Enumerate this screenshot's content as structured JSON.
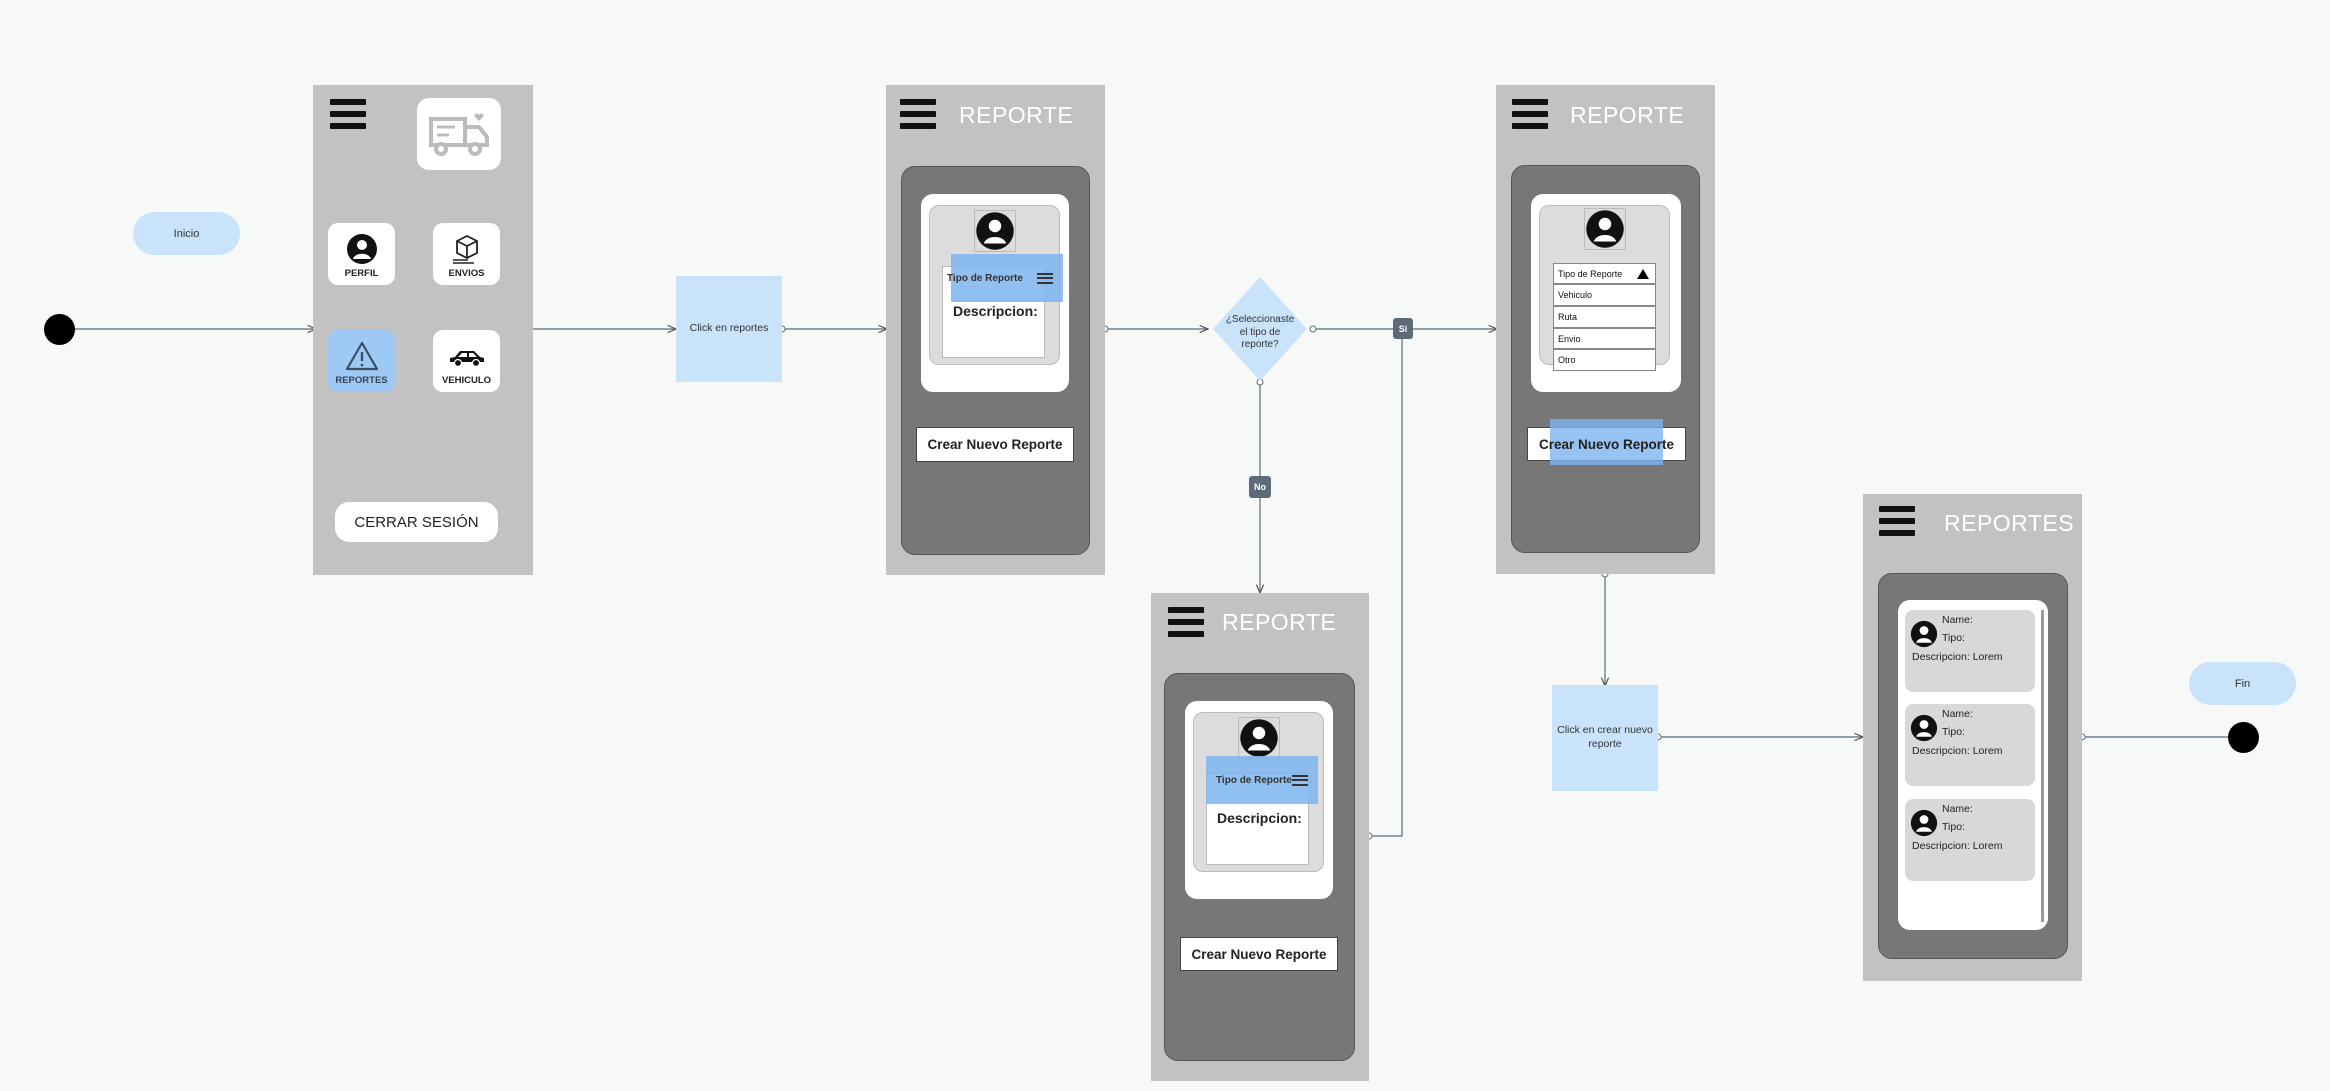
{
  "flow": {
    "start_label": "Inicio",
    "end_label": "Fin",
    "step_reportes": "Click en reportes",
    "decision": "¿Seleccionaste el tipo de reporte?",
    "yes": "Si",
    "no": "No",
    "step_crear": "Click en crear nuevo reporte"
  },
  "menu_screen": {
    "items": [
      "PERFIL",
      "ENVIOS",
      "REPORTES",
      "VEHICULO"
    ],
    "logout": "CERRAR SESIÓN"
  },
  "report_screen": {
    "title": "REPORTE",
    "tipo_label": "Tipo de Reporte",
    "desc_label": "Descripcion:",
    "button": "Crear Nuevo Reporte",
    "dropdown_options": [
      "Vehiculo",
      "Ruta",
      "Envio",
      "Otro"
    ]
  },
  "reports_list": {
    "title": "REPORTES",
    "items": [
      {
        "name": "Name:",
        "tipo": "Tipo:",
        "desc": "Descripcion: Lorem"
      },
      {
        "name": "Name:",
        "tipo": "Tipo:",
        "desc": "Descripcion: Lorem"
      },
      {
        "name": "Name:",
        "tipo": "Tipo:",
        "desc": "Descripcion: Lorem"
      }
    ]
  }
}
